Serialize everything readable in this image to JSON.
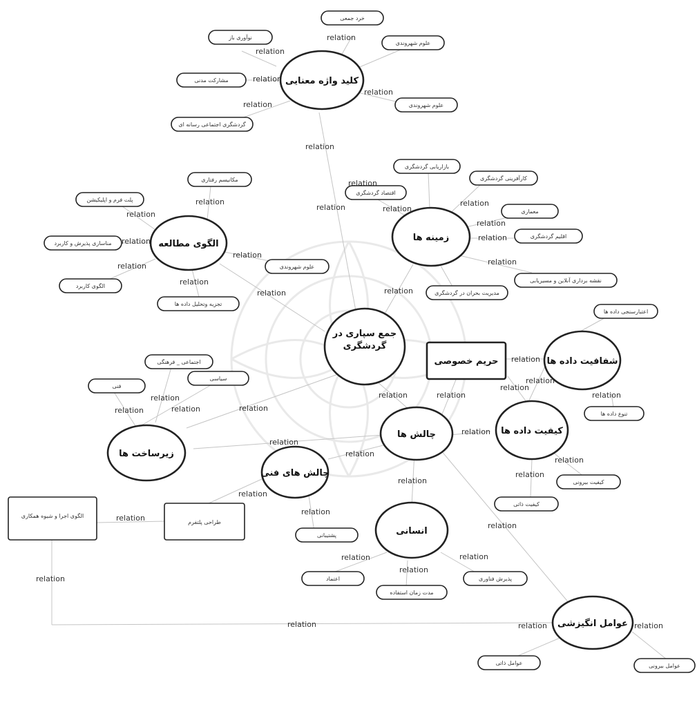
{
  "diagram": {
    "edge_label": "relation",
    "nodes": {
      "center": "جمع سپاری در گردشگری",
      "keywords": "کلید واژه معنایی",
      "context": "زمینه ها",
      "study": "الگوی مطالعه",
      "challenges": "چالش ها",
      "infra": "زیرساخت ها",
      "tech": "چالش های فنی",
      "human": "انسانی",
      "privacy": "حریم خصوصی",
      "transparency": "شفافیت داده ها",
      "quality": "کیفیت داده ها",
      "motivation": "عوامل انگیزشی",
      "platform": "طراحی پلتفرم",
      "pattern": "الگوی اجرا و شیوه همکاری",
      "k1": "خرد جمعی",
      "k2": "نوآوری باز",
      "k3": "علوم شهروندی",
      "k4": "مشارکت مدنی",
      "k5": "علوم شهروندی",
      "k6": "گردشگری اجتماعی رسانه ای",
      "z1": "بازاریابی گردشگری",
      "z2": "اقتصاد گردشگری",
      "z3": "کارآفرینی گردشگری",
      "z4": "معماری",
      "z5": "اقلیم گردشگری",
      "z6": "نقشه برداری آنلاین و مسیریابی",
      "z7": "مدیریت بحران در گردشگری",
      "s1": "مکانیسم رفتاری",
      "s2": "پلت فرم و اپلیکیشن",
      "s3": "مناسازی پذیرش و کاربرد",
      "s4": "الگوی کاربرد",
      "s5": "علوم شهروندی",
      "s6": "تجزیه وتحلیل داده ها",
      "i1": "اجتماعی _ فرهنگی",
      "i2": "سیاسی",
      "i3": "فنی",
      "t1": "پشتیبانی",
      "h1": "اعتماد",
      "h2": "مدت زمان استفاده",
      "h3": "پذیرش فناوری",
      "tr1": "اعتبارسنجی داده ها",
      "tr2": "تنوع داده ها",
      "q1": "کیفیت بیرونی",
      "q2": "کیفیت ذاتی",
      "m1": "عوامل ذاتی",
      "m2": "عوامل بیرونی"
    }
  }
}
